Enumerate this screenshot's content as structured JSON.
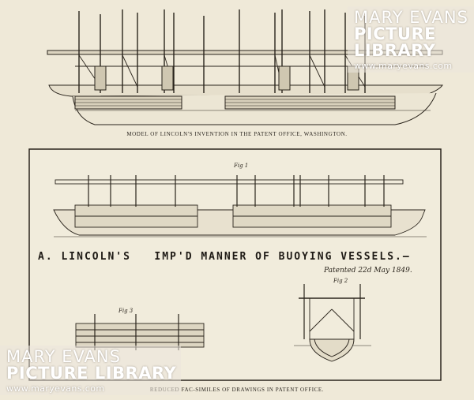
{
  "top_caption": "Model of Lincoln's invention in the Patent Office, Washington.",
  "plate": {
    "title": "A. LINCOLN'S   IMP'D MANNER OF BUOYING VESSELS.—",
    "patented": "Patented 22d May 1849.",
    "fig1": "Fig 1",
    "fig2": "Fig 2",
    "fig3": "Fig 3"
  },
  "bottom_caption": "Reduced fac-similes of drawings in Patent Office.",
  "watermark": {
    "line1": "MARY EVANS",
    "line2": "PICTURE LIBRARY",
    "url": "www.maryevans.com"
  },
  "colors": {
    "paper": "#efe9d8",
    "ink": "#2a241c"
  }
}
